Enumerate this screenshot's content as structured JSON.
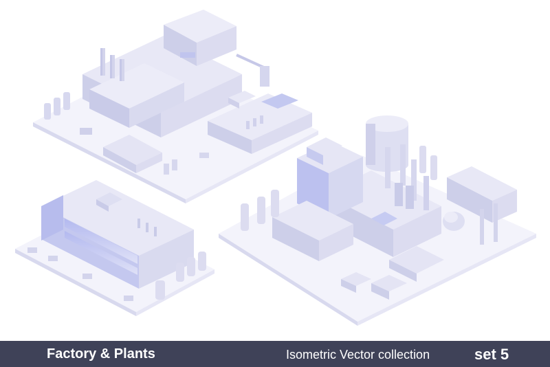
{
  "footer": {
    "title": "Factory & Plants",
    "subtitle": "Isometric Vector collection",
    "set_label": "set 5"
  },
  "colors": {
    "ground": "#f4f4fb",
    "top": "#e9e9f6",
    "left": "#cfd0ea",
    "right": "#dcdcf0",
    "accent": "#9aa3e6",
    "footer": "#3f4258"
  },
  "scene": {
    "blocks": [
      "top-factory-block",
      "bottom-left-factory-block",
      "right-plant-block"
    ]
  }
}
